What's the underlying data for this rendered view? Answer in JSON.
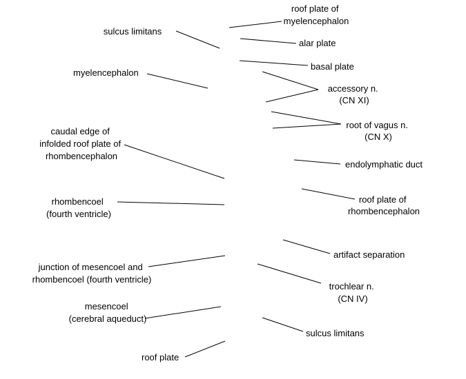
{
  "labels": {
    "sulcus_limitans_upper": "sulcus limitans",
    "roof_plate_myelencephalon": [
      "roof plate of",
      "myelencephalon"
    ],
    "alar_plate": "alar plate",
    "basal_plate": "basal plate",
    "myelencephalon": "myelencephalon",
    "accessory_n": [
      "accessory n.",
      "(CN XI)"
    ],
    "root_vagus_n": [
      "root of vagus n.",
      "(CN X)"
    ],
    "caudal_edge": [
      "caudal edge of",
      "infolded roof plate of",
      "rhombencephalon"
    ],
    "endolymphatic_duct": "endolymphatic duct",
    "rhombencoel": [
      "rhombencoel",
      "(fourth ventricle)"
    ],
    "roof_plate_rhombencephalon": [
      "roof plate of",
      "rhombencephalon"
    ],
    "artifact_separation": "artifact separation",
    "junction": [
      "junction of mesencoel and",
      "rhombencoel (fourth ventricle)"
    ],
    "trochlear_n": [
      "trochlear n.",
      "(CN IV)"
    ],
    "mesencoel": [
      "mesencoel",
      "(cerebral aqueduct)"
    ],
    "sulcus_limitans_lower": "sulcus limitans",
    "roof_plate": "roof plate"
  }
}
